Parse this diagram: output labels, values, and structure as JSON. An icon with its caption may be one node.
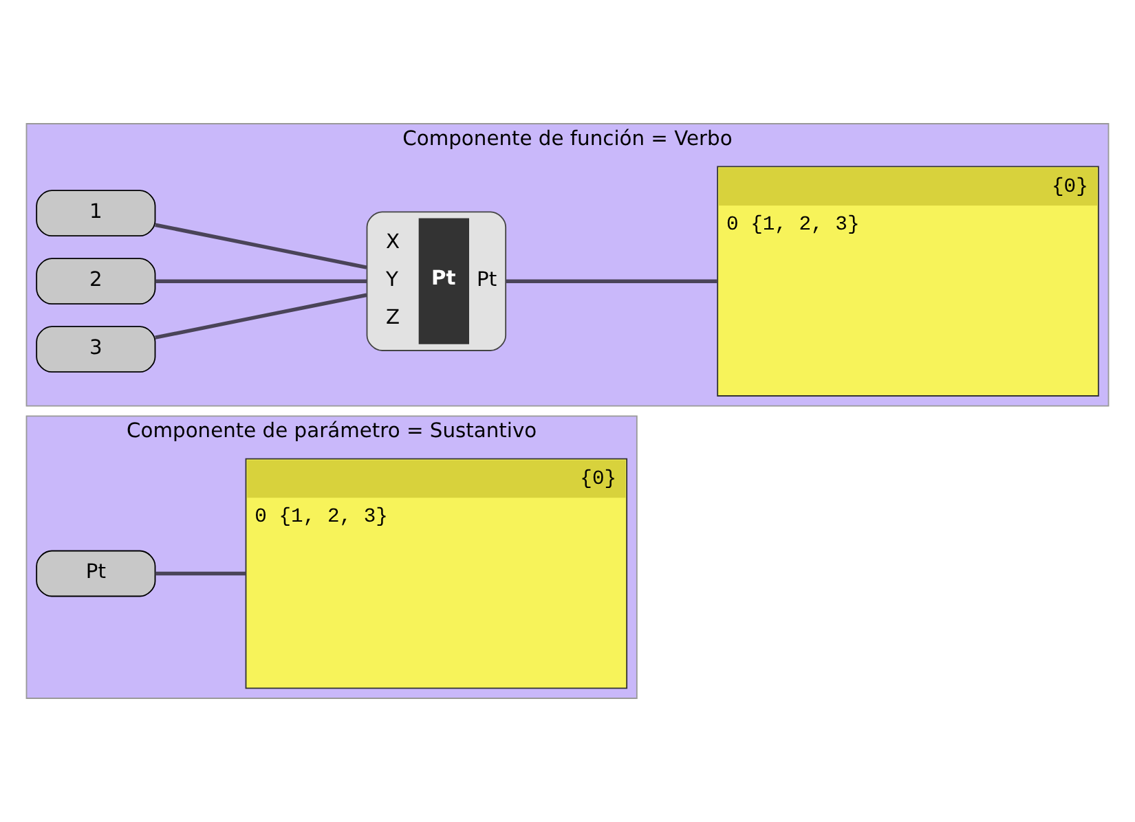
{
  "diagram": {
    "nodes": [
      {
        "text": [
          "Componente de parámetro = Sustantivo"
        ]
      },
      {
        "text": [
          "Pt"
        ],
        "in": 0
      },
      {
        "text": [
          "{0}",
          "0 {1, 2, 3}"
        ],
        "in": 0
      },
      {
        "text": [
          "Componente de función = Verbo"
        ]
      },
      {
        "text": [
          "1"
        ],
        "in": 3
      },
      {
        "text": [
          "2"
        ],
        "in": 3
      },
      {
        "text": [
          "3"
        ],
        "in": 3
      },
      {
        "text": [
          "X",
          "Y",
          "Z",
          "Pt",
          "Pt"
        ],
        "in": 3
      },
      {
        "text": [
          "{0}",
          "0 {1, 2, 3}"
        ],
        "in": 3
      }
    ],
    "edges": [
      {
        "from": 1,
        "to": 2,
        "arrow": "none"
      },
      {
        "from": 4,
        "to": 7,
        "arrow": "none"
      },
      {
        "from": 5,
        "to": 7,
        "arrow": "none"
      },
      {
        "from": 6,
        "to": 7,
        "arrow": "none"
      },
      {
        "from": 7,
        "to": 8,
        "arrow": "none"
      }
    ]
  }
}
